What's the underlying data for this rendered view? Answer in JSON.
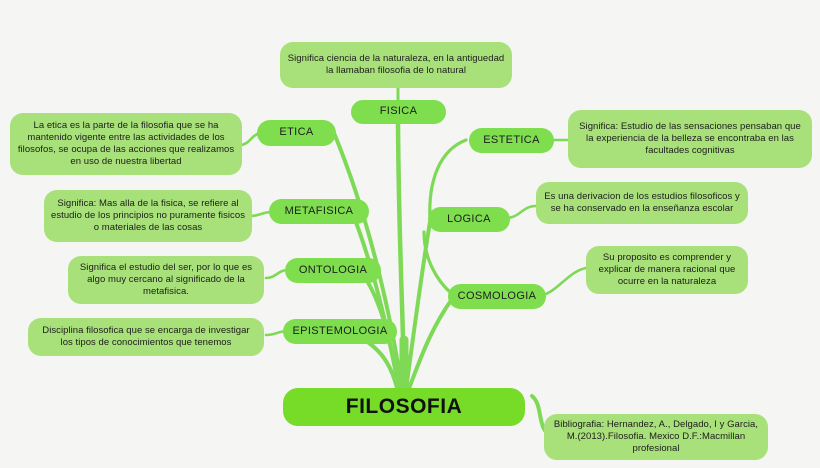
{
  "diagram": {
    "title": "FILOSOFIA",
    "root": {
      "label": "FILOSOFIA"
    },
    "branches": [
      {
        "label": "FISICA"
      },
      {
        "label": "ETICA"
      },
      {
        "label": "ESTETICA"
      },
      {
        "label": "METAFISICA"
      },
      {
        "label": "LOGICA"
      },
      {
        "label": "ONTOLOGIA"
      },
      {
        "label": "COSMOLOGIA"
      },
      {
        "label": "EPISTEMOLOGIA"
      }
    ],
    "leaves": [
      {
        "text": "Significa ciencia de la naturaleza, en la antiguedad la llamaban filosofia de lo natural"
      },
      {
        "text": "La etica es la parte de la filosofia que se ha mantenido vigente entre las actividades de los filosofos, se ocupa de las acciones que realizamos en uso de nuestra libertad"
      },
      {
        "text": "Significa: Estudio de las sensaciones pensaban que la experiencia de la belleza se encontraba en las facultades cognitivas"
      },
      {
        "text": "Significa: Mas alla de la fisica, se refiere al estudio de los principios no puramente fisicos o materiales de las cosas"
      },
      {
        "text": "Es una derivacion de los estudios filosoficos y se ha conservado en la enseñanza escolar"
      },
      {
        "text": "Significa el estudio del ser, por lo que es algo muy cercano al significado de la metafisica."
      },
      {
        "text": "Su proposito es comprender y explicar de manera racional que ocurre en la naturaleza"
      },
      {
        "text": "Disciplina filosofica que se encarga de investigar los tipos de conocimientos que tenemos"
      }
    ],
    "bibliography": {
      "text": "Bibliografia: Hernandez, A., Delgado, I y Garcia, M.(2013).Filosofia. Mexico D.F.:Macmillan profesional"
    },
    "colors": {
      "background": "#f5f5f3",
      "root_fill": "#76dc28",
      "branch_fill": "#7fde4e",
      "leaf_fill": "#a8e07a",
      "edge_stroke": "#7ed957",
      "text": "#1d1d1d"
    }
  }
}
